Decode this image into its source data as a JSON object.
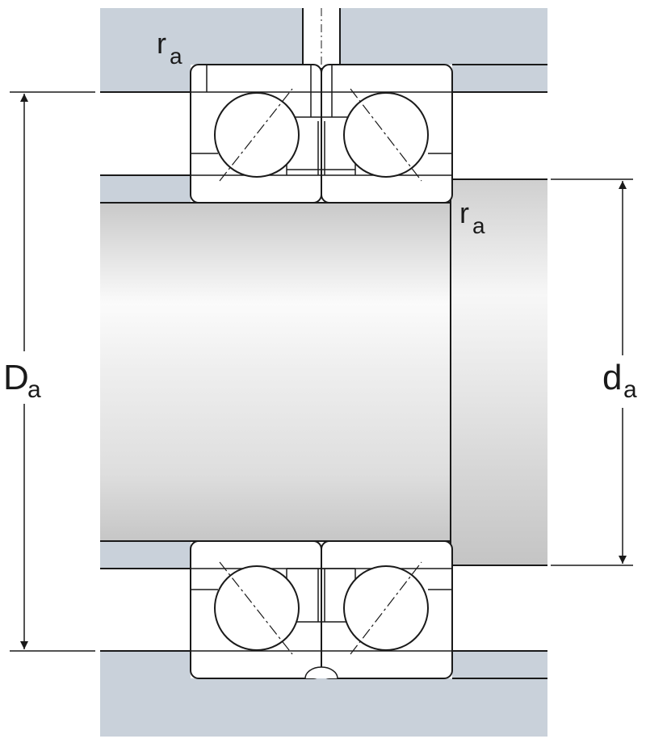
{
  "colors": {
    "housing": "#c9d1da",
    "line": "#1a1a1a",
    "bearing_fill": "#ffffff",
    "shaft_highlight": "#fafafa",
    "shaft_shadow": "#c8c8c8"
  },
  "labels": {
    "outer_diameter": {
      "main": "D",
      "sub": "a"
    },
    "inner_diameter": {
      "main": "d",
      "sub": "a"
    },
    "fillet_radius_top": {
      "main": "r",
      "sub": "a"
    },
    "fillet_radius_shaft": {
      "main": "r",
      "sub": "a"
    }
  }
}
